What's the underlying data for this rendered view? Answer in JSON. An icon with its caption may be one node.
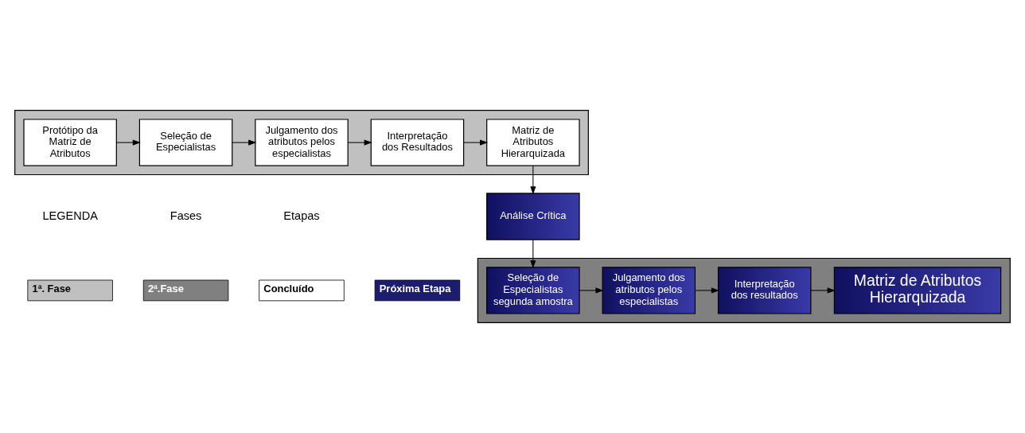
{
  "diagram": {
    "nodes": [
      {
        "text": [],
        "shape": "box"
      },
      {
        "text": [
          "Protótipo da Matriz de Atributos"
        ],
        "in": 0
      },
      {
        "text": [
          "Seleção de Especialistas"
        ],
        "in": 0
      },
      {
        "text": [
          "Julgamento dos atributos pelos especialistas"
        ],
        "in": 0
      },
      {
        "text": [
          "Interpretação dos Resultados"
        ],
        "in": 0
      },
      {
        "text": [
          "Matriz de Atributos Hierarquizada"
        ],
        "in": 0
      },
      {
        "text": [
          "Análise Crítica"
        ]
      },
      {
        "text": [],
        "shape": "box"
      },
      {
        "text": [
          "Seleção de Especialistas segunda amostra"
        ],
        "in": 7
      },
      {
        "text": [
          "Julgamento dos atributos pelos especialistas"
        ],
        "in": 7
      },
      {
        "text": [
          "Interpretação dos resultados"
        ],
        "in": 7
      },
      {
        "text": [
          "Matriz de Atributos Hierarquizada"
        ],
        "in": 7
      }
    ],
    "edges": [
      {
        "from": 1,
        "to": 2,
        "arrow": "to"
      },
      {
        "from": 2,
        "to": 3,
        "arrow": "to"
      },
      {
        "from": 3,
        "to": 4,
        "arrow": "to"
      },
      {
        "from": 4,
        "to": 5,
        "arrow": "to"
      },
      {
        "from": 5,
        "to": 6,
        "arrow": "to"
      },
      {
        "from": 6,
        "to": 8,
        "arrow": "to"
      },
      {
        "from": 8,
        "to": 9,
        "arrow": "to"
      },
      {
        "from": 9,
        "to": 10,
        "arrow": "to"
      },
      {
        "from": 10,
        "to": 11,
        "arrow": "to"
      }
    ],
    "labels": [
      "LEGENDA",
      "Fases",
      "Etapas"
    ],
    "legend": [
      {
        "text": "1ª. Fase",
        "color": "#c0c0c0"
      },
      {
        "text": "2ª.Fase",
        "color": "#808080"
      },
      {
        "text": "Concluído",
        "color": "#ffffff"
      },
      {
        "text": "Próxima Etapa",
        "color": "#1c1c70"
      }
    ]
  }
}
